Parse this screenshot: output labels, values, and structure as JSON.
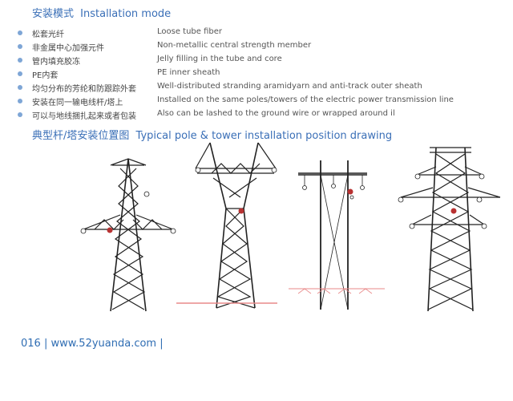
{
  "header": {
    "title_zh": "安装模式",
    "title_en": "Installation mode"
  },
  "features": [
    {
      "zh": "松套光纤",
      "en": "Loose tube fiber"
    },
    {
      "zh": "非金属中心加强元件",
      "en": "Non-metallic central strength member"
    },
    {
      "zh": "管内填充胶冻",
      "en": "Jelly filling in the tube and core"
    },
    {
      "zh": "PE内套",
      "en": "PE inner sheath"
    },
    {
      "zh": "均匀分布的芳纶和防跟踪外套",
      "en": "Well-distributed stranding aramidyarn and anti-track outer sheath"
    },
    {
      "zh": "安装在同一输电线杆/塔上",
      "en": "Installed on the same poles/towers of the electric power transmission line"
    },
    {
      "zh": "可以与地线捆扎起来或者包装",
      "en": "Also can be lashed to the ground wire or wrapped around il"
    }
  ],
  "drawing_section": {
    "title_zh": "典型杆/塔安装位置图",
    "title_en": "Typical pole & tower installation position drawing"
  },
  "colors": {
    "accent": "#3a6fb7",
    "bullet": "#7ea6d6",
    "steel": "#222222",
    "cable_marker": "#b83232",
    "ground": "#e88a8a"
  },
  "footer": {
    "text": "016 | www.52yuanda.com |"
  }
}
